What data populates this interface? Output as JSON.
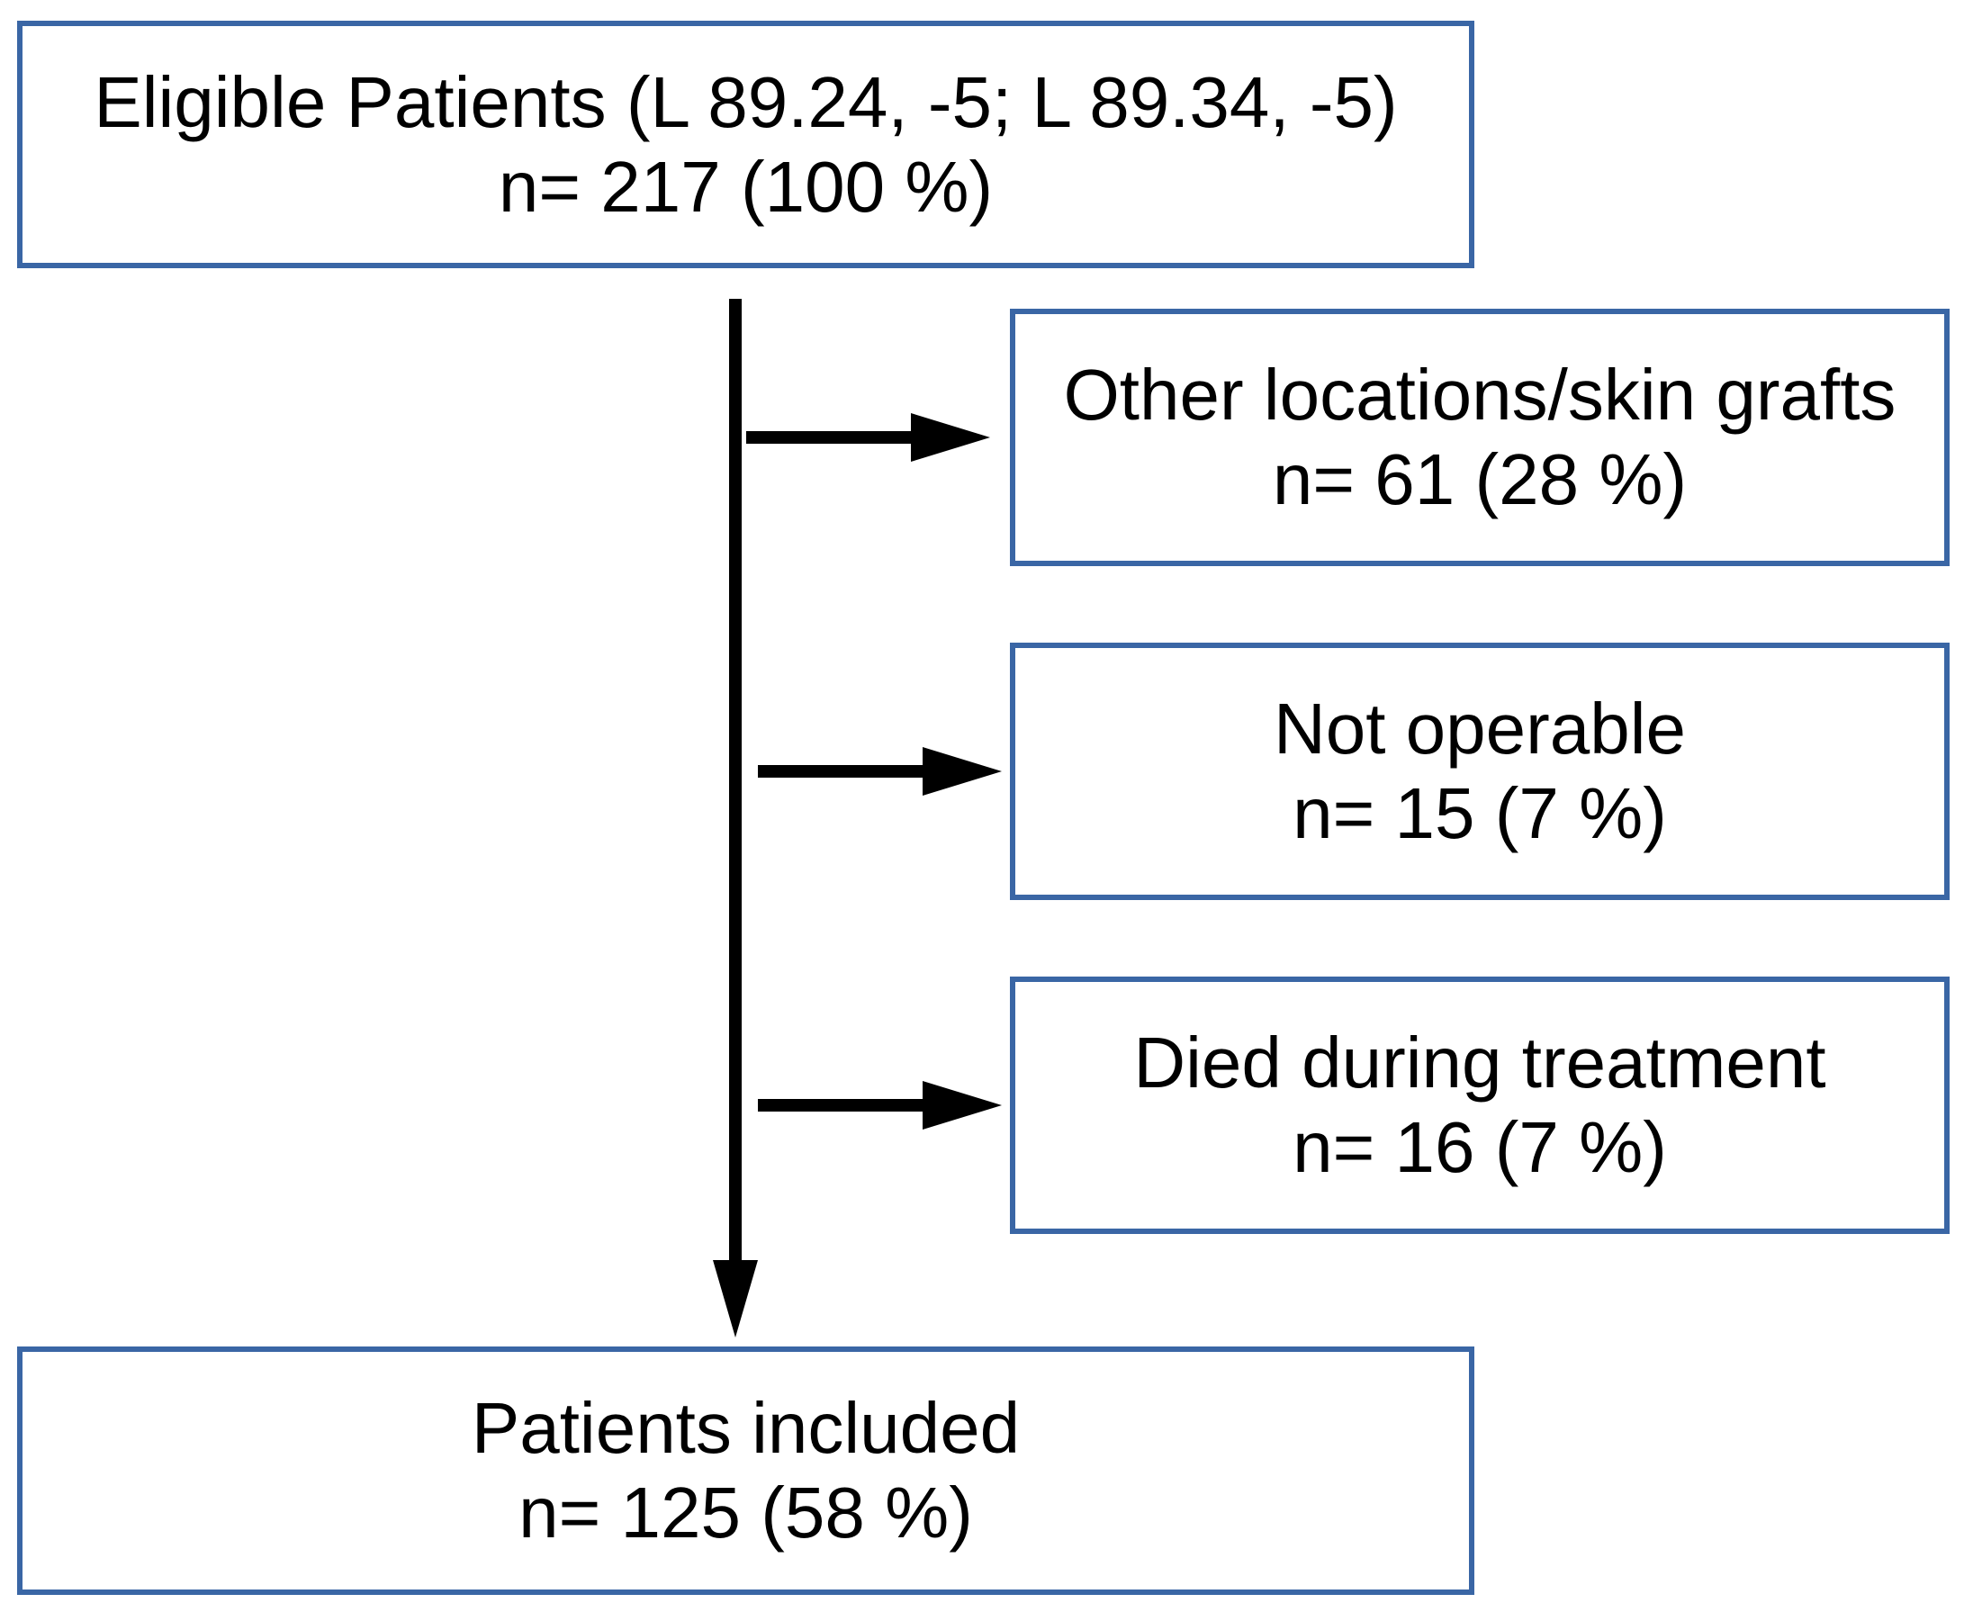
{
  "flowchart": {
    "eligible": {
      "title": "Eligible Patients (L 89.24, -5; L 89.34, -5)",
      "count": "n= 217 (100 %)"
    },
    "exclusions": [
      {
        "title": "Other locations/skin grafts",
        "count": "n= 61 (28 %)"
      },
      {
        "title": "Not operable",
        "count": "n= 15 (7 %)"
      },
      {
        "title": "Died during treatment",
        "count": "n= 16 (7 %)"
      }
    ],
    "included": {
      "title": "Patients included",
      "count": "n= 125 (58 %)"
    }
  },
  "colors": {
    "box_border": "#3a66a5",
    "arrow": "#000000",
    "text": "#000000"
  }
}
